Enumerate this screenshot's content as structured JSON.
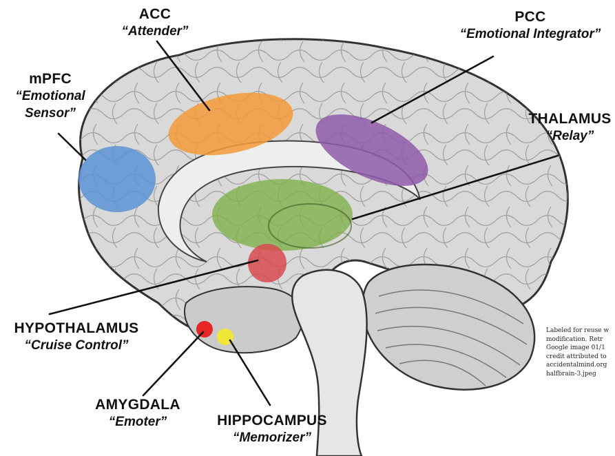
{
  "regions": {
    "acc": {
      "name": "ACC",
      "role": "“Attender”",
      "color": "#f39a3a"
    },
    "pcc": {
      "name": "PCC",
      "role": "“Emotional Integrator”",
      "color": "#8e5aa8"
    },
    "mpfc": {
      "name": "mPFC",
      "role_line1": "“Emotional",
      "role_line2": "Sensor”",
      "color": "#5b93d3"
    },
    "thalamus": {
      "name": "THALAMUS",
      "role": "“Relay”",
      "color": "#7fb04a"
    },
    "hypothalamus": {
      "name": "HYPOTHALAMUS",
      "role": "“Cruise Control”",
      "color": "#d84a4f"
    },
    "amygdala": {
      "name": "AMYGDALA",
      "role": "“Emoter”",
      "color": "#e81c1c"
    },
    "hippocampus": {
      "name": "HIPPOCAMPUS",
      "role": "“Memorizer”",
      "color": "#f2e82e"
    }
  },
  "credit": {
    "lines": [
      "Labeled for reuse w",
      "modification.  Retr",
      "Google image 01/1",
      "credit attributed to",
      "accidentalmind.org",
      "halfbrain-3.jpeg"
    ]
  }
}
